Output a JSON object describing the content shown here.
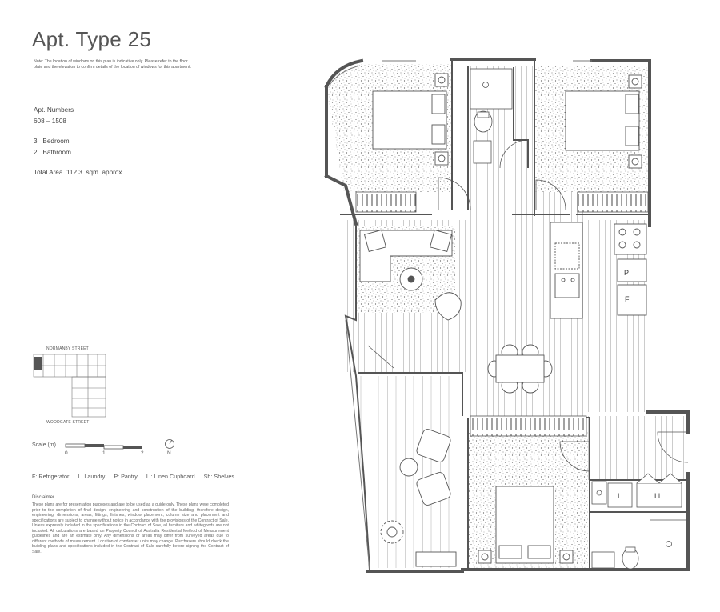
{
  "title": "Apt. Type 25",
  "note": "Note: The location of windows on this plan is indicative only. Please refer to the floor plate and the elevation to confirm details of the location of windows for this apartment.",
  "apartment": {
    "numbers_label": "Apt. Numbers",
    "numbers_value": "608 – 1508",
    "bedrooms_count": "3",
    "bedrooms_label": "Bedroom",
    "bathrooms_count": "2",
    "bathrooms_label": "Bathroom",
    "total_area_label": "Total Area",
    "total_area_value": "112.3",
    "total_area_unit": "sqm",
    "total_area_suffix": "approx."
  },
  "keymap": {
    "top_street": "NORMANBY STREET",
    "bottom_street": "WOODGATE STREET"
  },
  "scale": {
    "label": "Scale (m)",
    "ticks": [
      "0",
      "1",
      "2"
    ],
    "north": "N"
  },
  "legend": [
    "F: Refrigerator",
    "L: Laundry",
    "P: Pantry",
    "Li: Linen Cupboard",
    "Sh: Shelves"
  ],
  "disclaimer_title": "Disclaimer",
  "disclaimer": "These plans are for presentation purposes and are to be used as a guide only. These plans were completed prior to the completion of final design, engineering and construction of the building, therefore design, engineering, dimensions, areas, fittings, finishes, window placement, column size and placement and specifications are subject to change without notice in accordance with the provisions of the Contract of Sale. Unless expressly included in the specifications in the Contract of Sale, all furniture and whitegoods are not included. All calculations are based on Property Council of Australia Residential Method of Measurement guidelines and are an estimate only. Any dimensions or areas may differ from surveyed areas due to different methods of measurement. Location of condenser units may change. Purchasers should check the building plans and specifications included in the Contract of Sale carefully before signing the Contract of Sale.",
  "plan_labels": {
    "pantry": "P",
    "fridge": "F",
    "laundry": "L",
    "linen": "Li"
  }
}
